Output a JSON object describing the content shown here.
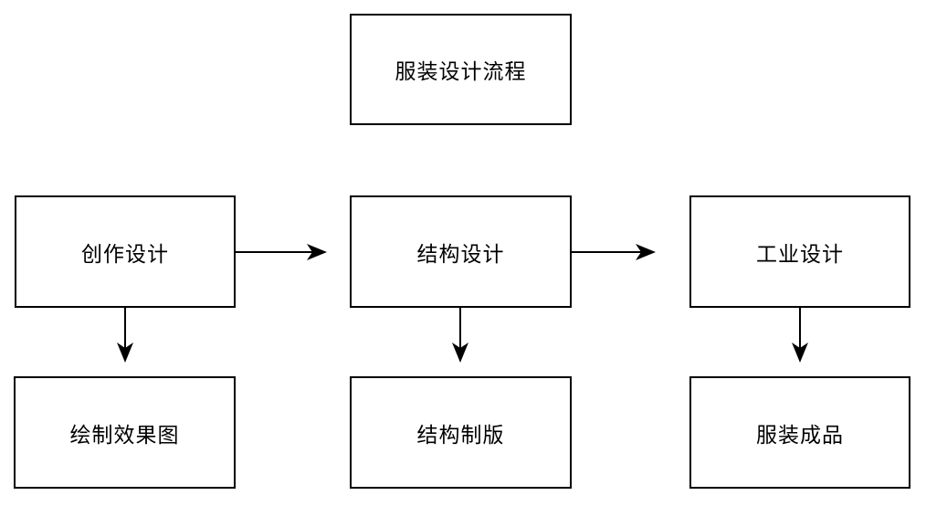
{
  "diagram": {
    "title": "服装设计流程",
    "nodes": {
      "creative_design": {
        "label": "创作设计"
      },
      "structural_design": {
        "label": "结构设计"
      },
      "industrial_design": {
        "label": "工业设计"
      },
      "effect_drawing": {
        "label": "绘制效果图"
      },
      "pattern_making": {
        "label": "结构制版"
      },
      "finished_garment": {
        "label": "服装成品"
      }
    },
    "edges": [
      {
        "from": "创作设计",
        "to": "结构设计",
        "direction": "right"
      },
      {
        "from": "结构设计",
        "to": "工业设计",
        "direction": "right"
      },
      {
        "from": "创作设计",
        "to": "绘制效果图",
        "direction": "down"
      },
      {
        "from": "结构设计",
        "to": "结构制版",
        "direction": "down"
      },
      {
        "from": "工业设计",
        "to": "服装成品",
        "direction": "down"
      }
    ],
    "colors": {
      "stroke": "#000000",
      "fill": "#ffffff",
      "text": "#000000",
      "background": "#ffffff"
    }
  }
}
